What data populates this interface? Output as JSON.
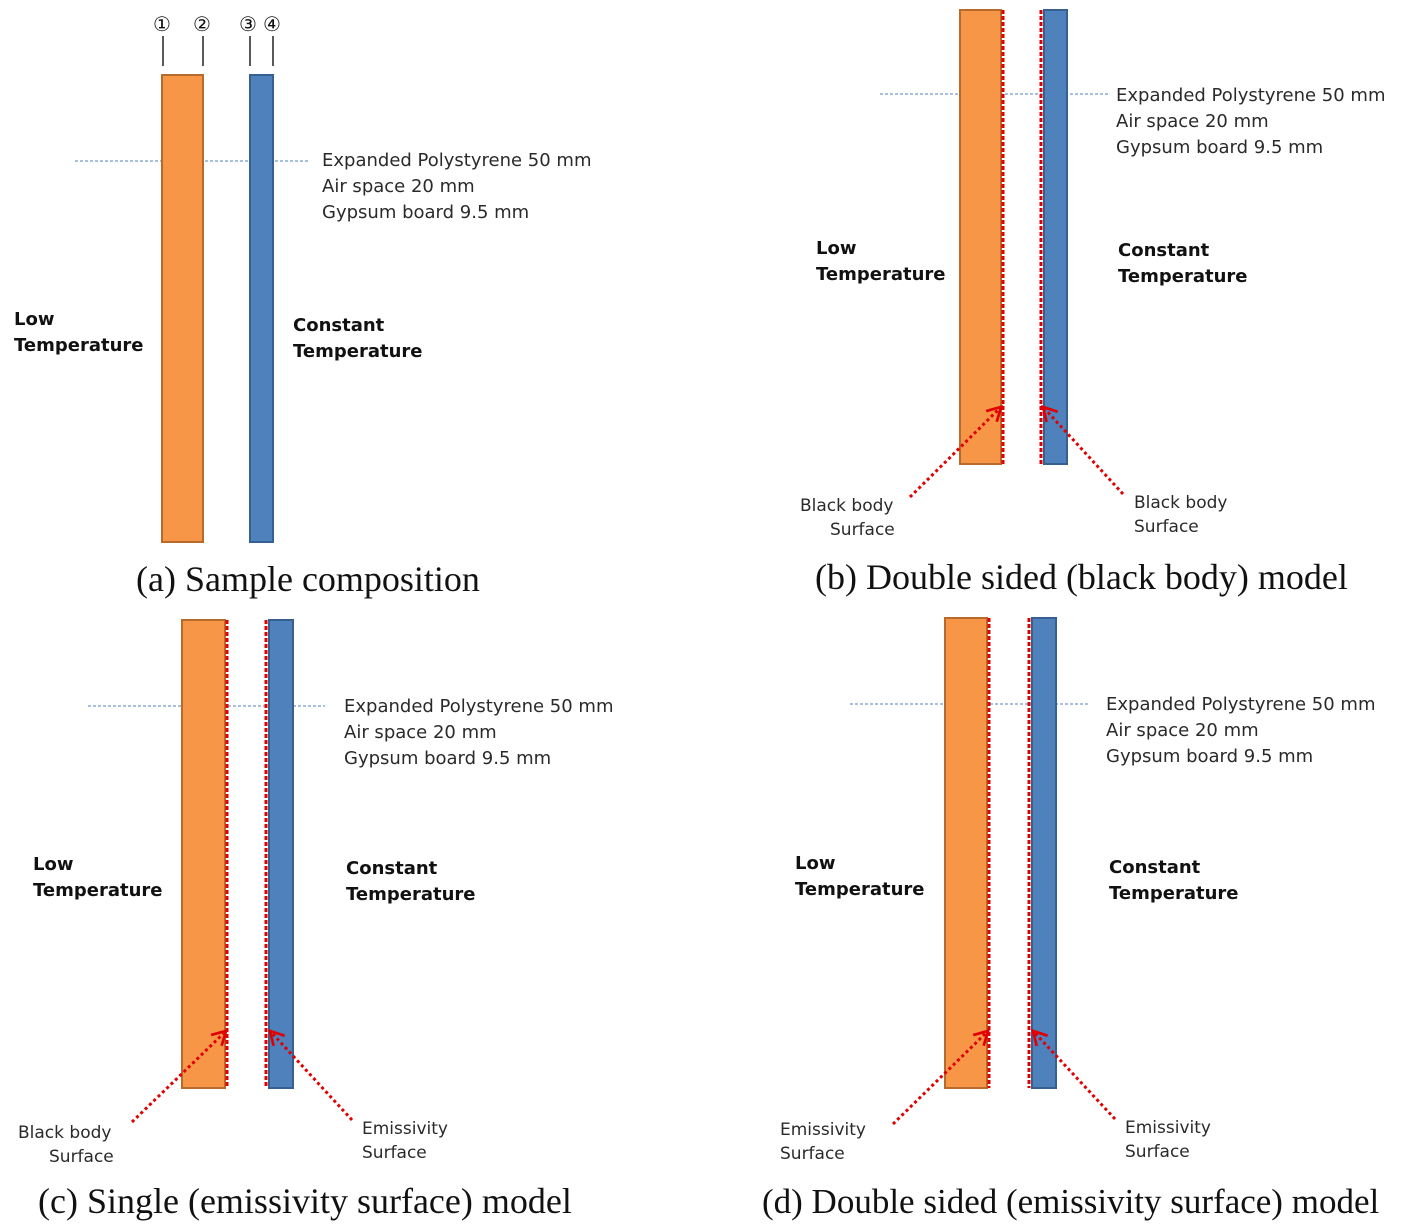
{
  "colors": {
    "insulation": "#f79646",
    "insulation_border": "#b66a2c",
    "gypsum": "#4f81bd",
    "gypsum_border": "#35608f",
    "surface_marker": "#e00000",
    "guide_line": "#4f81bd"
  },
  "panels": {
    "a": {
      "caption": "(a) Sample composition",
      "layers": [
        "Expanded Polystyrene 50 mm",
        "Air space 20 mm",
        "Gypsum board 9.5 mm"
      ],
      "low_temp": [
        "Low",
        "Temperature"
      ],
      "const_temp": [
        "Constant",
        "Temperature"
      ],
      "markers": [
        "①",
        "②",
        "③",
        "④"
      ]
    },
    "b": {
      "caption": "(b) Double sided (black body) model",
      "layers": [
        "Expanded Polystyrene  50 mm",
        "Air space 20 mm",
        "Gypsum board 9.5 mm"
      ],
      "low_temp": [
        "Low",
        "Temperature"
      ],
      "const_temp": [
        "Constant",
        "Temperature"
      ],
      "left_surface": [
        "Black body",
        "Surface"
      ],
      "right_surface": [
        "Black body",
        "Surface"
      ]
    },
    "c": {
      "caption": "(c) Single (emissivity surface) model",
      "layers": [
        "Expanded Polystyrene  50 mm",
        "Air space 20 mm",
        "Gypsum board 9.5 mm"
      ],
      "low_temp": [
        "Low",
        "Temperature"
      ],
      "const_temp": [
        "Constant",
        "Temperature"
      ],
      "left_surface": [
        "Black body",
        "Surface"
      ],
      "right_surface": [
        "Emissivity",
        "Surface"
      ]
    },
    "d": {
      "caption": "(d) Double sided (emissivity surface) model",
      "layers": [
        "Expanded Polystyrene  50 mm",
        "Air space 20 mm",
        "Gypsum board 9.5 mm"
      ],
      "low_temp": [
        "Low",
        "Temperature"
      ],
      "const_temp": [
        "Constant",
        "Temperature"
      ],
      "left_surface": [
        "Emissivity",
        "Surface"
      ],
      "right_surface": [
        "Emissivity",
        "Surface"
      ]
    }
  }
}
